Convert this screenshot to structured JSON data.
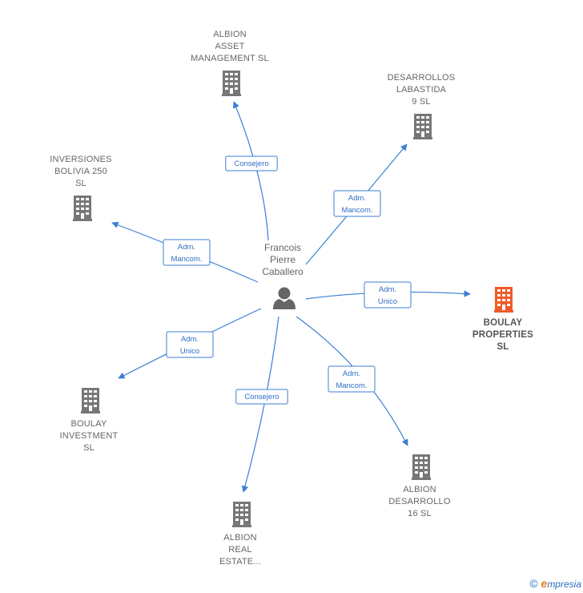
{
  "colors": {
    "edge": "#3b7fd6",
    "company": "#777777",
    "highlight": "#f05a28",
    "person": "#666666"
  },
  "center": {
    "name_lines": [
      "Francois",
      "Pierre",
      "Caballero"
    ],
    "icon": "person-icon"
  },
  "nodes": [
    {
      "id": "albion-asset",
      "label_lines": [
        "ALBION",
        "ASSET",
        "MANAGEMENT SL"
      ],
      "icon": "building-icon",
      "highlight": false,
      "relation": "Consejero"
    },
    {
      "id": "desarrollos-labastida",
      "label_lines": [
        "DESARROLLOS",
        "LABASTIDA",
        "9  SL"
      ],
      "icon": "building-icon",
      "highlight": false,
      "relation": [
        "Adm.",
        "Mancom."
      ]
    },
    {
      "id": "inversiones-bolivia",
      "label_lines": [
        "INVERSIONES",
        "BOLIVIA 250",
        "SL"
      ],
      "icon": "building-icon",
      "highlight": false,
      "relation": [
        "Adm.",
        "Mancom."
      ]
    },
    {
      "id": "boulay-properties",
      "label_lines": [
        "BOULAY",
        "PROPERTIES",
        "SL"
      ],
      "icon": "building-icon",
      "highlight": true,
      "relation": [
        "Adm.",
        "Unico"
      ]
    },
    {
      "id": "boulay-investment",
      "label_lines": [
        "BOULAY",
        "INVESTMENT",
        "SL"
      ],
      "icon": "building-icon",
      "highlight": false,
      "relation": [
        "Adm.",
        "Unico"
      ]
    },
    {
      "id": "albion-real-estate",
      "label_lines": [
        "ALBION",
        "REAL",
        "ESTATE..."
      ],
      "icon": "building-icon",
      "highlight": false,
      "relation": "Consejero"
    },
    {
      "id": "albion-desarrollo",
      "label_lines": [
        "ALBION",
        "DESARROLLO",
        "16  SL"
      ],
      "icon": "building-icon",
      "highlight": false,
      "relation": [
        "Adm.",
        "Mancom."
      ]
    }
  ],
  "footer": {
    "copyright": "©",
    "brand_initial": "e",
    "brand_rest": "mpresia"
  }
}
